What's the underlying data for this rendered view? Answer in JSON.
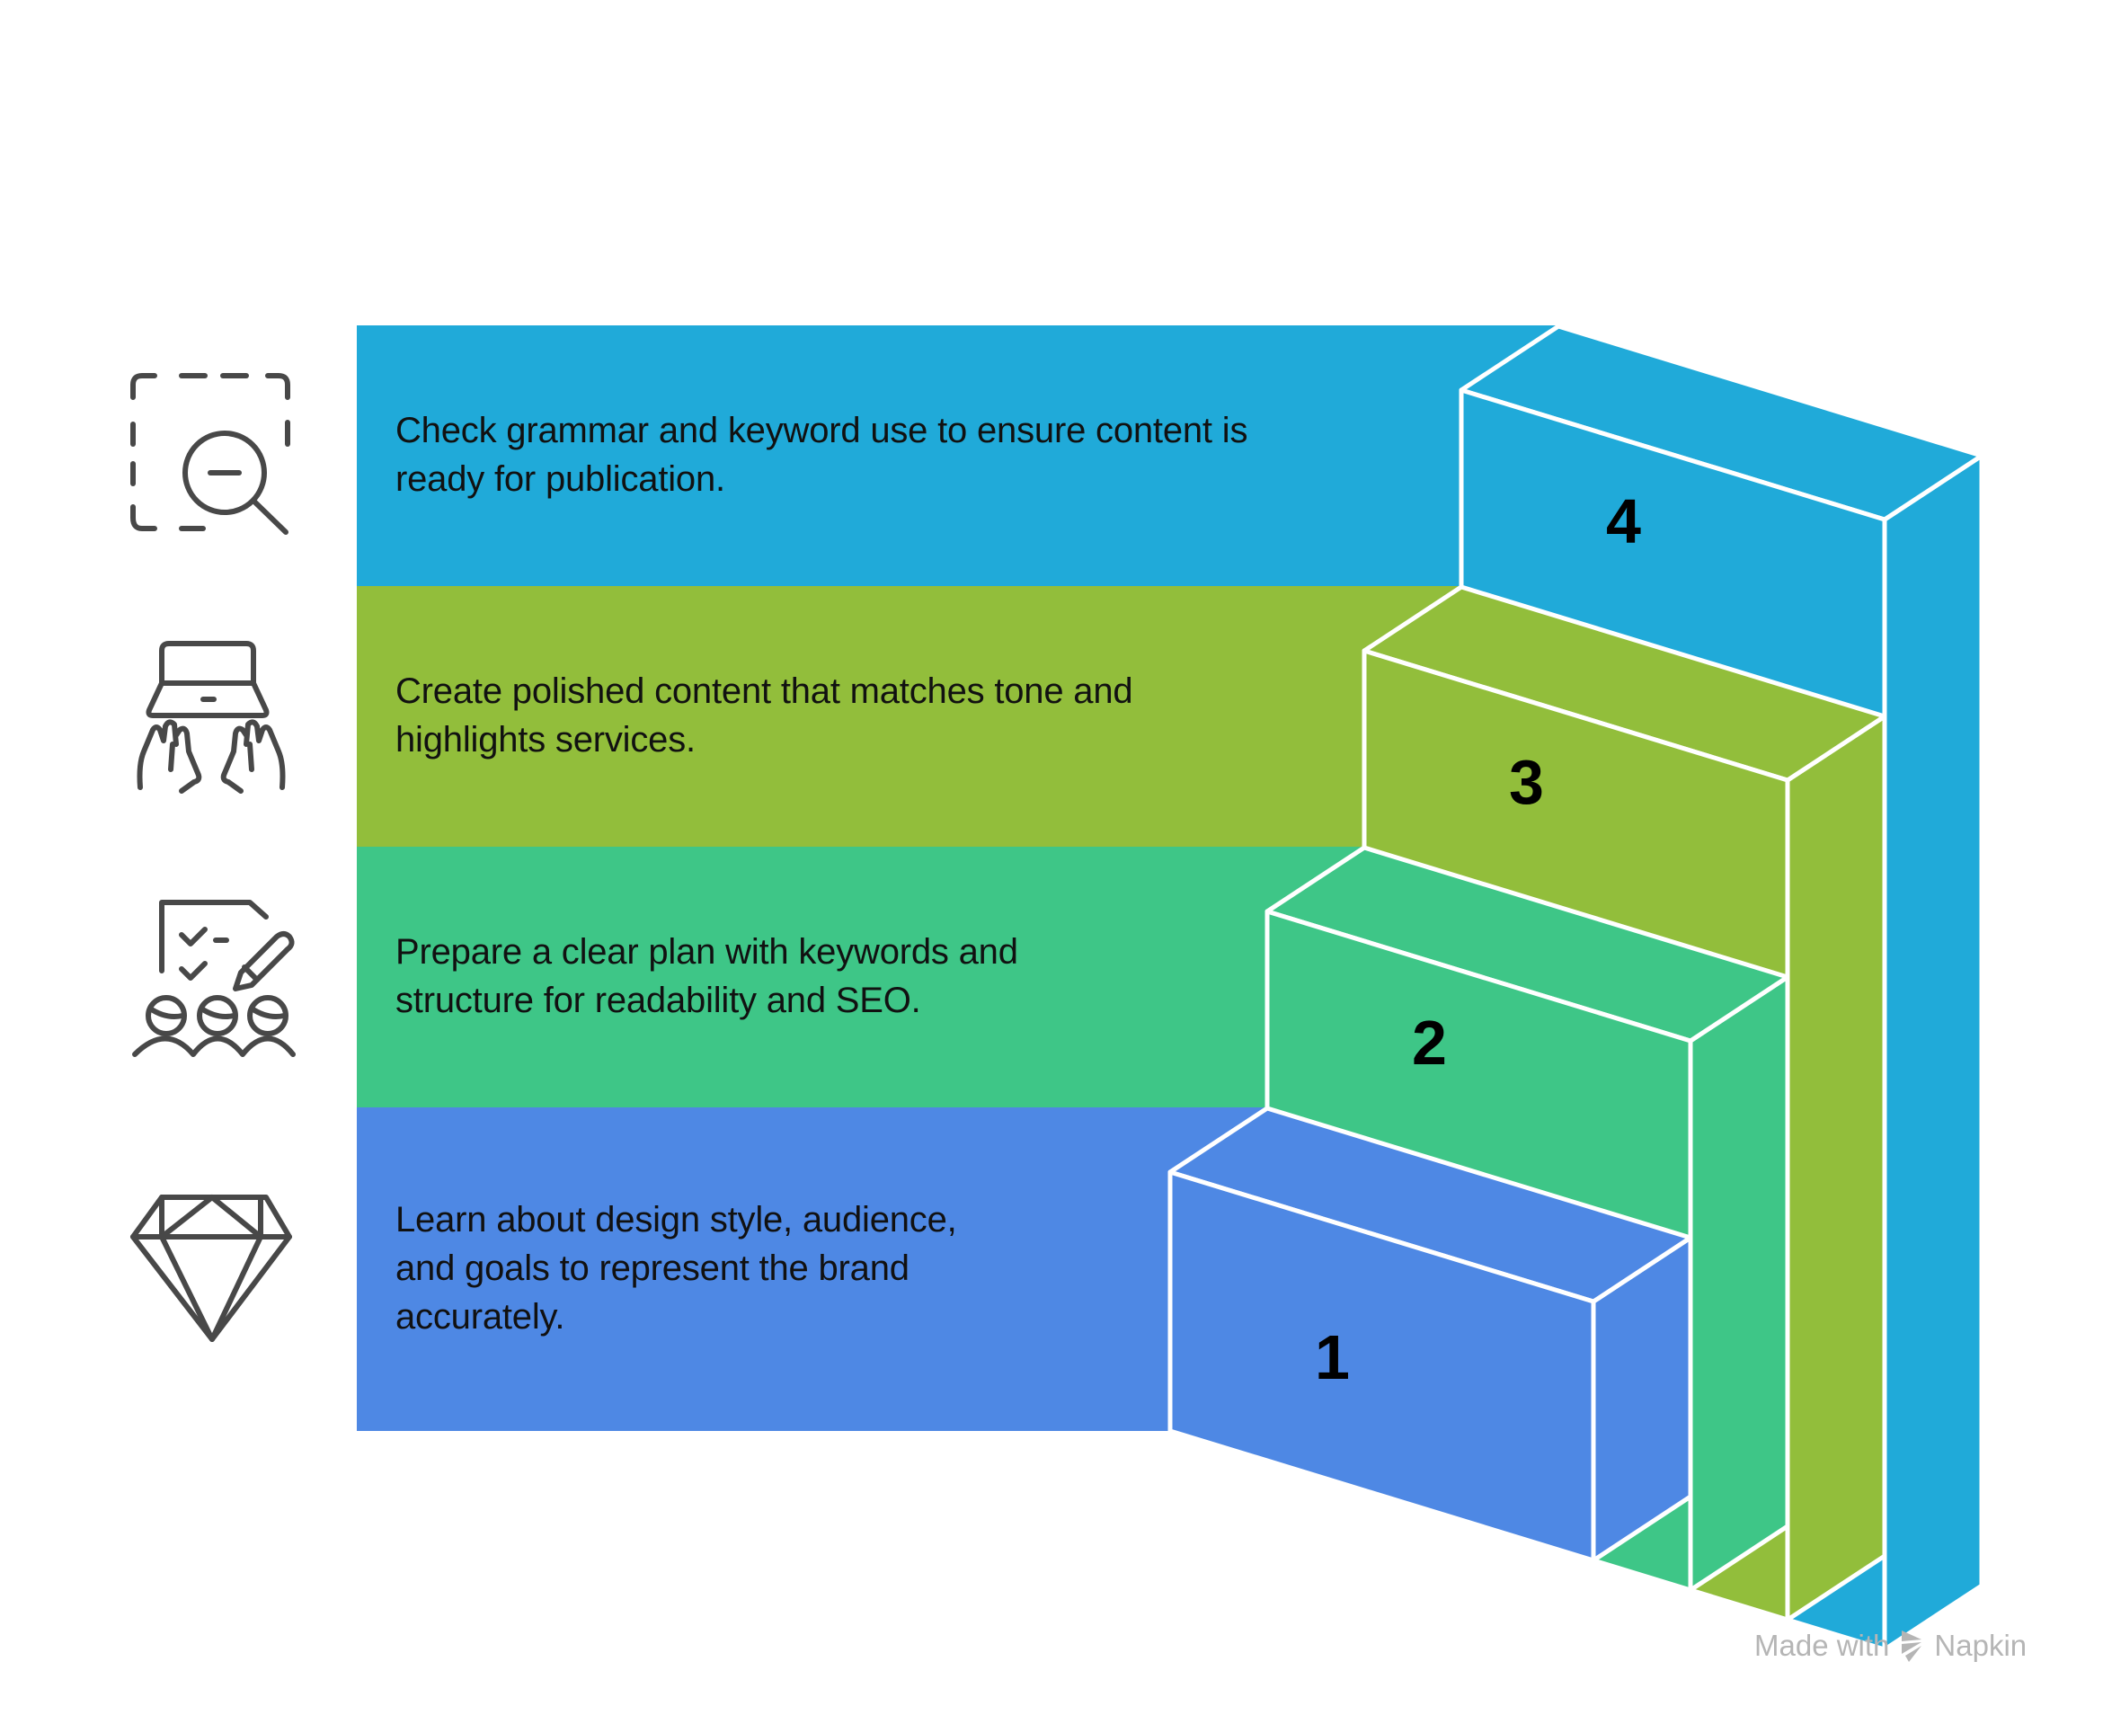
{
  "diagram": {
    "type": "staircase-steps",
    "steps": [
      {
        "number": "1",
        "text": "Learn about design style, audience,\nand goals to represent the brand\naccurately.",
        "icon": "diamond-icon",
        "color": "#4E88E4"
      },
      {
        "number": "2",
        "text": "Prepare a clear plan with keywords and\nstructure for readability and SEO.",
        "icon": "checklist-team-icon",
        "color": "#3EC687"
      },
      {
        "number": "3",
        "text": "Create polished content that matches tone and\nhighlights services.",
        "icon": "laptop-typing-icon",
        "color": "#92BE3B"
      },
      {
        "number": "4",
        "text": "Check grammar and keyword use to ensure content is\nready for publication.",
        "icon": "zoom-out-selection-icon",
        "color": "#20AAD9"
      }
    ],
    "edge_color": "#ffffff",
    "icon_color": "#484848"
  },
  "watermark": {
    "label": "Made with",
    "brand": "Napkin"
  }
}
